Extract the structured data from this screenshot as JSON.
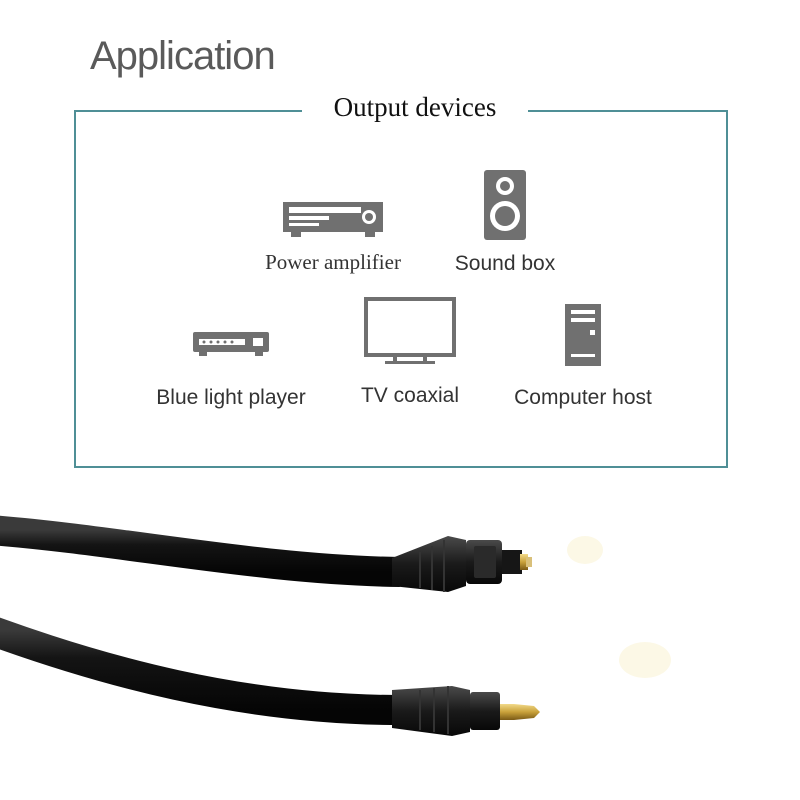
{
  "heading": "Application",
  "panel": {
    "title": "Output devices",
    "devices": [
      {
        "label": "Power amplifier",
        "icon": "amplifier-icon"
      },
      {
        "label": "Sound box",
        "icon": "speaker-icon"
      },
      {
        "label": "Blue light player",
        "icon": "bluray-player-icon"
      },
      {
        "label": "TV coaxial",
        "icon": "tv-icon"
      },
      {
        "label": "Computer host",
        "icon": "computer-tower-icon"
      }
    ]
  },
  "colors": {
    "frame": "#4f8f96",
    "icon": "#707070",
    "heading": "#5a5a5a",
    "cable": "#141414",
    "gold_tip": "#c9a13a"
  }
}
